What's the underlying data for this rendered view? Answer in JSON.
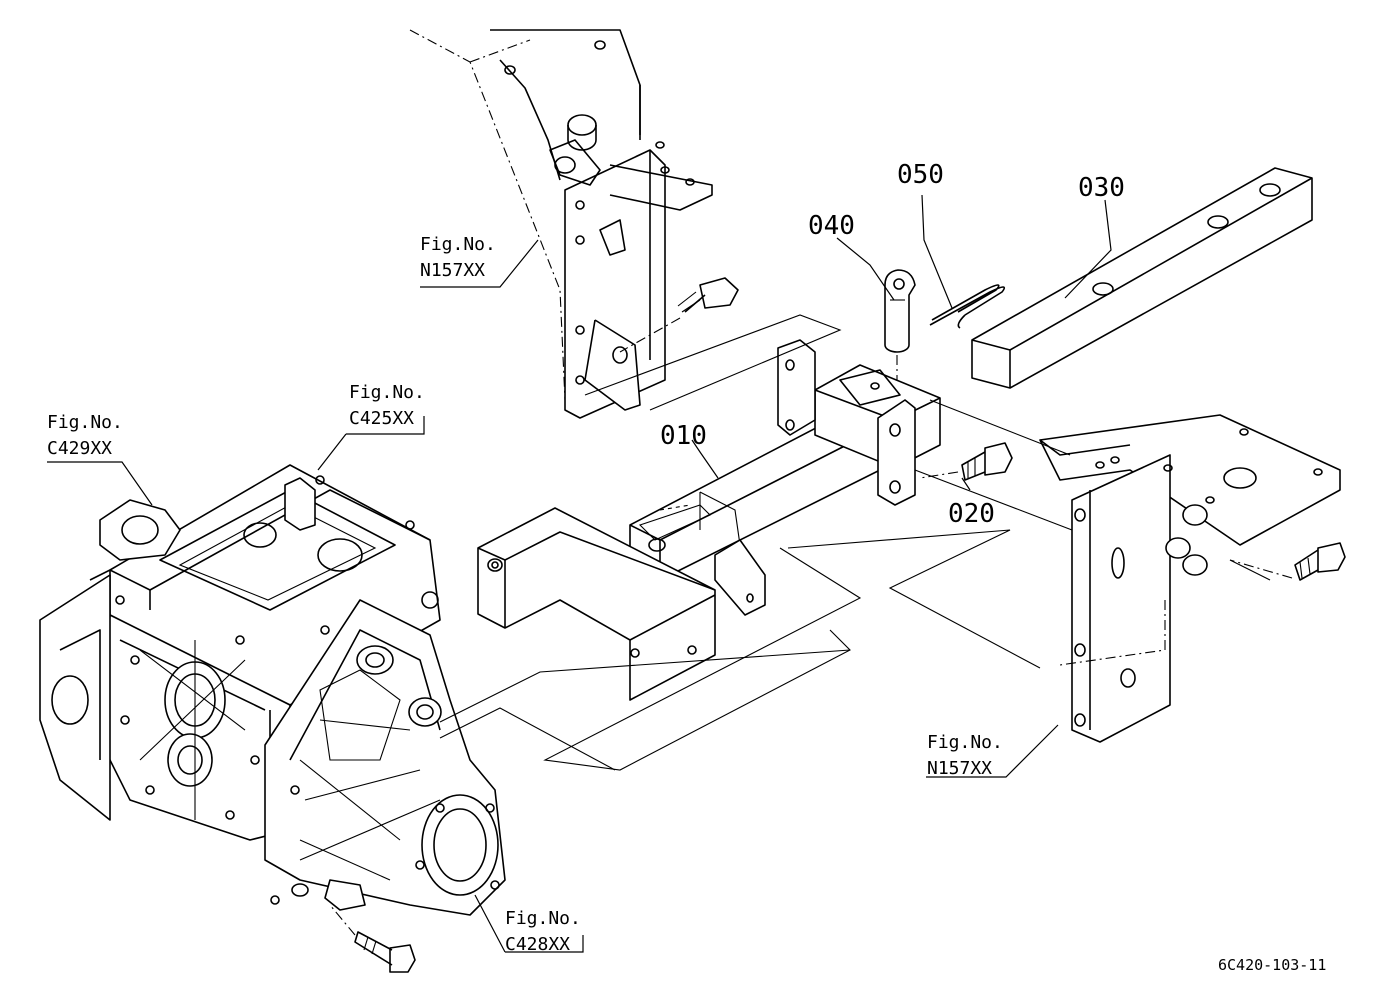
{
  "parts": [
    {
      "id": "010",
      "label": "010"
    },
    {
      "id": "020",
      "label": "020"
    },
    {
      "id": "030",
      "label": "030"
    },
    {
      "id": "040",
      "label": "040"
    },
    {
      "id": "050",
      "label": "050"
    }
  ],
  "figure_refs": [
    {
      "id": "n157-top",
      "line1": "Fig.No.",
      "line2": "N157XX"
    },
    {
      "id": "c425",
      "line1": "Fig.No.",
      "line2": "C425XX"
    },
    {
      "id": "c429",
      "line1": "Fig.No.",
      "line2": "C429XX"
    },
    {
      "id": "n157-right",
      "line1": "Fig.No.",
      "line2": "N157XX"
    },
    {
      "id": "c428",
      "line1": "Fig.No.",
      "line2": "C428XX"
    }
  ],
  "drawing_code": "6C420-103-11"
}
